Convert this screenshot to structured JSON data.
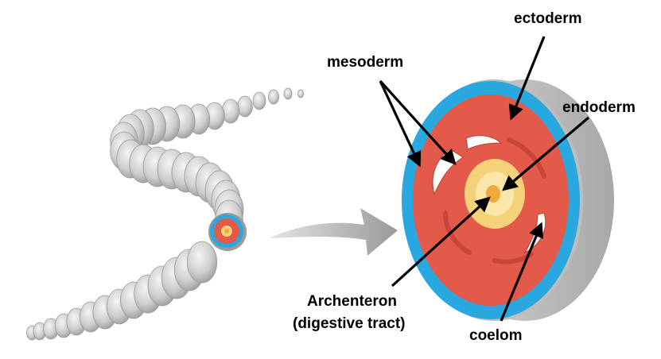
{
  "labels": {
    "ectoderm": "ectoderm",
    "mesoderm": "mesoderm",
    "endoderm": "endoderm",
    "archenteron_line1": "Archenteron",
    "archenteron_line2": "(digestive tract)",
    "coelom": "coelom"
  },
  "colors": {
    "ectoderm": "#29a8e0",
    "mesoderm": "#e35a4a",
    "endoderm": "#f5d27a",
    "archenteron": "#f2a93b",
    "coelom": "#ffffff",
    "worm_body": "#c9c9c9",
    "arrow": "#a9a9a9"
  }
}
